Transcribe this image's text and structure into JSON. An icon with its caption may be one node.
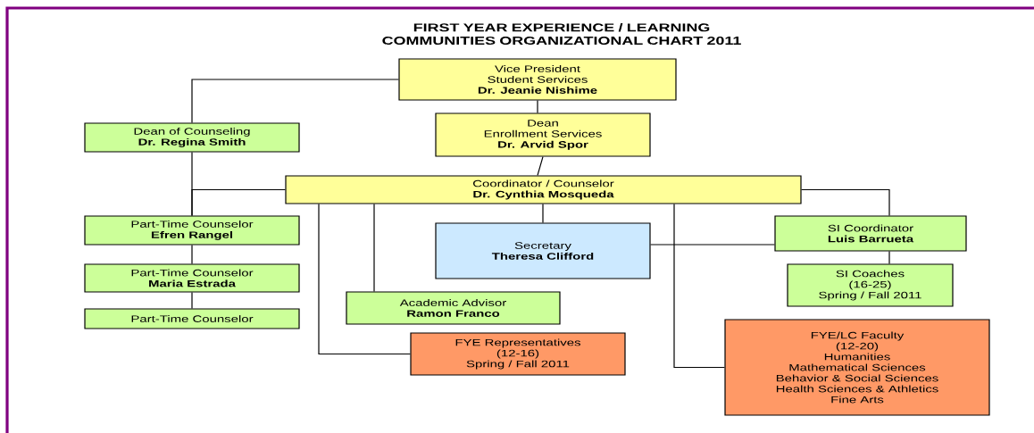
{
  "diagram": {
    "title": "FIRST YEAR EXPERIENCE / LEARNING COMMUNITIES ORGANIZATIONAL CHART 2011",
    "nodes": [
      {
        "text": [
          "Vice President",
          "Student Services",
          "Dr. Jeanie Nishime"
        ]
      },
      {
        "text": [
          "Dean of Counseling",
          "Dr. Regina Smith"
        ]
      },
      {
        "text": [
          "Dean",
          "Enrollment Services",
          "Dr. Arvid Spor"
        ]
      },
      {
        "text": [
          "Coordinator / Counselor",
          "Dr. Cynthia Mosqueda"
        ]
      },
      {
        "text": [
          "Part-Time Counselor",
          "Efren Rangel"
        ]
      },
      {
        "text": [
          "Part-Time Counselor",
          "Maria Estrada"
        ]
      },
      {
        "text": [
          "Part-Time Counselor"
        ]
      },
      {
        "text": [
          "Secretary",
          "Theresa Clifford"
        ]
      },
      {
        "text": [
          "SI Coordinator",
          "Luis Barrueta"
        ]
      },
      {
        "text": [
          "SI Coaches",
          "(16-25)",
          "Spring / Fall 2011"
        ]
      },
      {
        "text": [
          "Academic Advisor",
          "Ramon Franco"
        ]
      },
      {
        "text": [
          "FYE Representatives",
          "(12-16)",
          "Spring / Fall 2011"
        ]
      },
      {
        "text": [
          "FYE/LC Faculty",
          "(12-20)",
          "Humanities",
          "Mathematical Sciences",
          "Behavior & Social Sciences",
          "Health Sciences & Athletics",
          "Fine Arts"
        ]
      }
    ],
    "edges": [
      {
        "from": 0,
        "to": 1,
        "arrow": "none"
      },
      {
        "from": 0,
        "to": 2,
        "arrow": "none"
      },
      {
        "from": 2,
        "to": 3,
        "arrow": "none"
      },
      {
        "from": 1,
        "to": 4,
        "arrow": "none"
      },
      {
        "from": 3,
        "to": 4,
        "arrow": "none"
      },
      {
        "from": 4,
        "to": 5,
        "arrow": "none"
      },
      {
        "from": 5,
        "to": 6,
        "arrow": "none"
      },
      {
        "from": 3,
        "to": 7,
        "arrow": "none"
      },
      {
        "from": 3,
        "to": 10,
        "arrow": "none"
      },
      {
        "from": 3,
        "to": 11,
        "arrow": "none"
      },
      {
        "from": 3,
        "to": 12,
        "arrow": "none"
      },
      {
        "from": 3,
        "to": 8,
        "arrow": "none"
      },
      {
        "from": 7,
        "to": 8,
        "arrow": "none"
      },
      {
        "from": 8,
        "to": 9,
        "arrow": "none"
      }
    ]
  }
}
